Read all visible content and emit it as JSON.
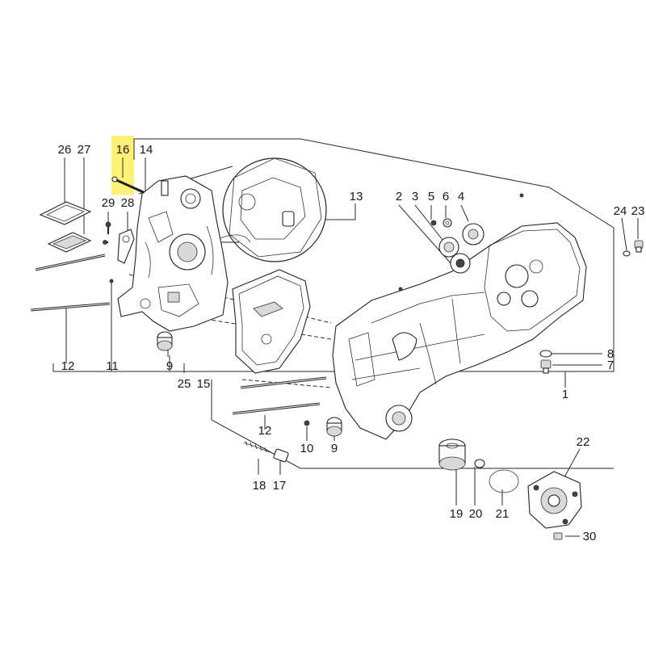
{
  "diagram": {
    "highlight_color": "#fff176",
    "callouts": {
      "c26": "26",
      "c27": "27",
      "c16": "16",
      "c14": "14",
      "c29": "29",
      "c28": "28",
      "c13": "13",
      "c2": "2",
      "c3": "3",
      "c5": "5",
      "c6": "6",
      "c4": "4",
      "c24": "24",
      "c23": "23",
      "c8": "8",
      "c7": "7",
      "c1": "1",
      "c12a": "12",
      "c11": "11",
      "c9a": "9",
      "c25": "25",
      "c15": "15",
      "c12b": "12",
      "c10": "10",
      "c9b": "9",
      "c18": "18",
      "c17": "17",
      "c19": "19",
      "c20": "20",
      "c21": "21",
      "c22": "22",
      "c30": "30"
    }
  }
}
